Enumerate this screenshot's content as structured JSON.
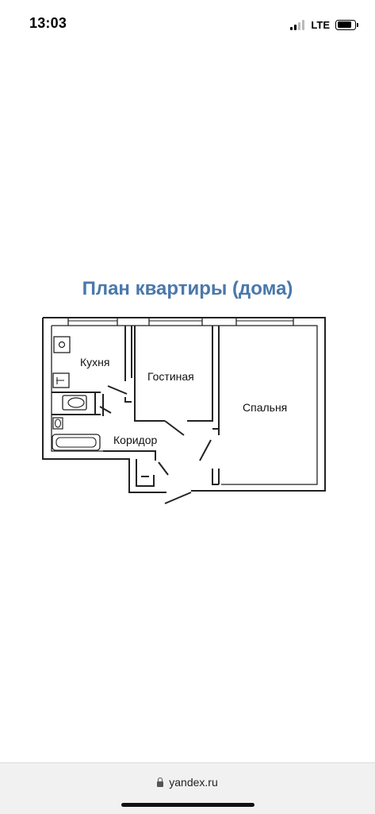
{
  "status_bar": {
    "time": "13:03",
    "network": "LTE",
    "signal_icon": "cellular-signal-icon",
    "battery_icon": "battery-icon"
  },
  "image": {
    "title": "План квартиры (дома)",
    "title_color": "#4a78aa",
    "rooms": {
      "kitchen": "Кухня",
      "living_room": "Гостиная",
      "bedroom": "Спальня",
      "corridor": "Коридор"
    }
  },
  "address_bar": {
    "url": "yandex.ru",
    "lock_icon": "lock-icon"
  }
}
